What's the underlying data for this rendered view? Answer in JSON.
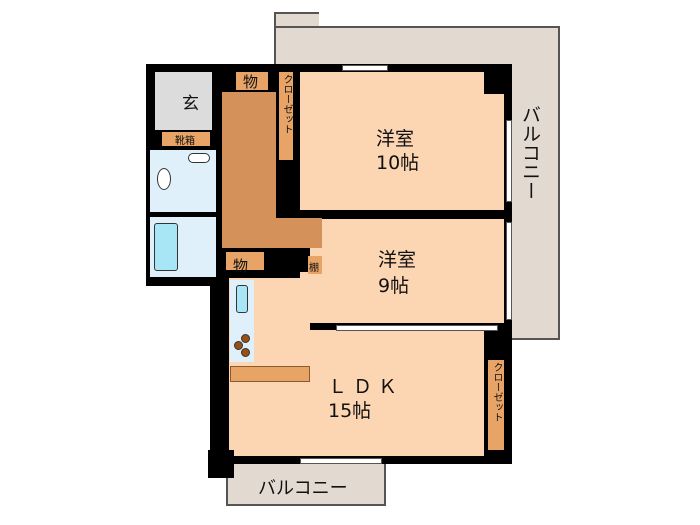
{
  "floorplan": {
    "rooms": {
      "western_room_1": {
        "name": "洋室",
        "size": "10帖"
      },
      "western_room_2": {
        "name": "洋室",
        "size": "9帖"
      },
      "ldk": {
        "name": "ＬＤＫ",
        "size": "15帖"
      },
      "entrance": {
        "name": "玄"
      },
      "shoe_box": {
        "name": "靴箱"
      },
      "storage_top": {
        "name": "物"
      },
      "storage_bottom": {
        "name": "物"
      },
      "shelf": {
        "name": "棚"
      },
      "closet_1": {
        "name": "クローゼット"
      },
      "closet_2": {
        "name": "クローゼット"
      }
    },
    "balconies": {
      "right": {
        "name": "バルコニー"
      },
      "bottom": {
        "name": "バルコニー"
      }
    },
    "colors": {
      "room": "#fcd5b2",
      "hallway": "#d4925a",
      "storage": "#e8a466",
      "wet_area": "#dff0fb",
      "balcony": "#e2d9d1",
      "wall": "#000000"
    }
  }
}
